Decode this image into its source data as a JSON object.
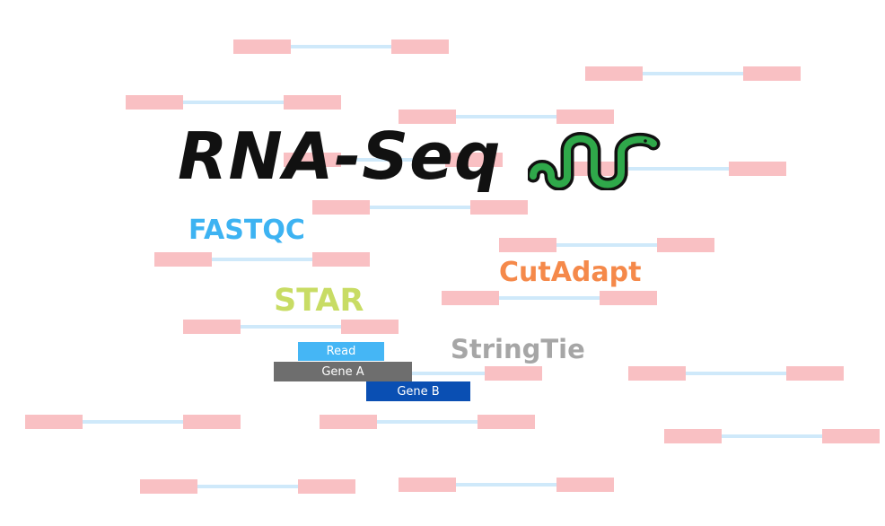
{
  "title": "RNA-Seq",
  "tools": {
    "fastqc": "FASTQC",
    "star": "STAR",
    "cutadapt": "CutAdapt",
    "stringtie": "StringTie"
  },
  "overlap": {
    "read": "Read",
    "gene_a": "Gene A",
    "gene_b": "Gene B"
  },
  "colors": {
    "exon": "#f9c0c3",
    "intron": "#cfe9fa",
    "fastqc": "#3db3f2",
    "star": "#c8dc64",
    "cutadapt": "#f5894a",
    "stringtie": "#a6a6a6",
    "read": "#45b6f5",
    "gene_a": "#6e6e6e",
    "gene_b": "#0a4fb3",
    "snake_body": "#2fa84a",
    "snake_outline": "#111111"
  },
  "icons": {
    "snake": "snake-icon"
  }
}
